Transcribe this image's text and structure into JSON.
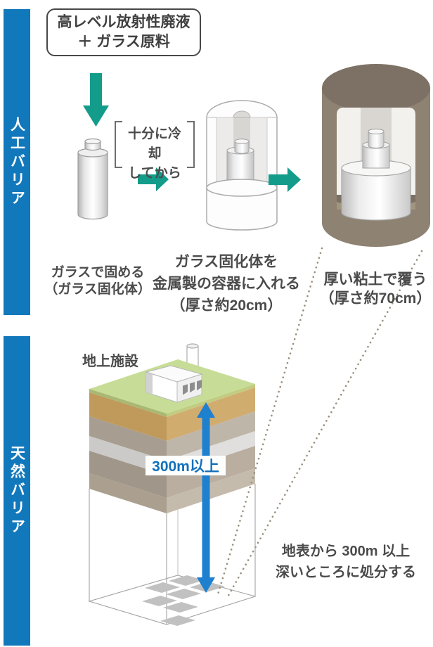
{
  "colors": {
    "bar_blue": "#1278bc",
    "accent_teal": "#149c8a",
    "depth_arrow_blue": "#1e80cf",
    "depth_text_blue": "#1370ba",
    "text_dark": "#4b4b4b",
    "clay_brown": "#8e8272",
    "grass_green": "#c7dd97"
  },
  "barriers": {
    "artificial": "人工バリア",
    "natural": "天然バリア"
  },
  "process": {
    "waste_box": {
      "line1": "高レベル放射性廃液",
      "line2": "＋ ガラス原料"
    },
    "cooling_note": {
      "line1": "十分に冷却",
      "line2": "してから"
    },
    "step1": {
      "line1": "ガラスで固める",
      "line2": "（ガラス固化体）"
    },
    "step2": {
      "line1": "ガラス固化体を",
      "line2": "金属製の容器に入れる",
      "line3": "（厚さ約20cm）"
    },
    "step3": {
      "line1": "厚い粘土で覆う",
      "line2": "（厚さ約70cm）"
    }
  },
  "underground": {
    "surface_facility": "地上施設",
    "depth_badge": "300m以上",
    "note": {
      "line1": "地表から 300m 以上",
      "line2": "深いところに処分する"
    }
  }
}
